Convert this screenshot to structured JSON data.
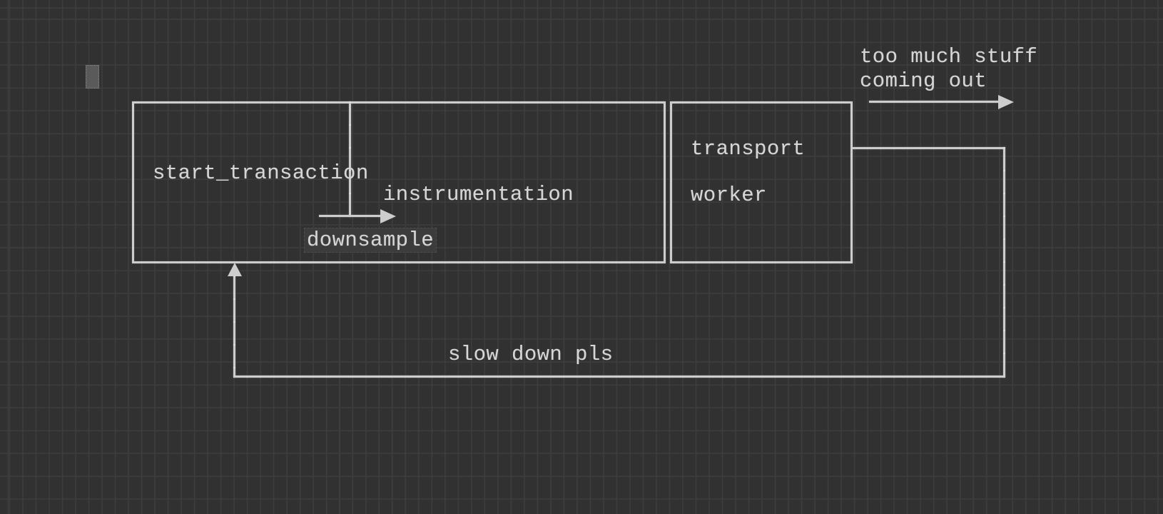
{
  "colors": {
    "canvas_bg": "#313131",
    "grid_line": "#3d3d3d",
    "stroke": "#cdcdcd",
    "text": "#d6d6d6",
    "cursor_fill": "#5a5a5a",
    "cursor_border": "#8c8c8c",
    "highlight_bg": "#3c3c3c"
  },
  "diagram": {
    "pipeline_box": {
      "label": "start_transaction"
    },
    "instrumentation": {
      "label": "instrumentation"
    },
    "downsample": {
      "label": "downsample"
    },
    "transport_box": {
      "line1": "transport",
      "line2": "worker"
    },
    "output_note": {
      "line1": "too much stuff",
      "line2": "coming out"
    },
    "feedback_note": {
      "label": "slow down pls"
    }
  },
  "icons": {
    "downsample_arrowhead": "arrow-right",
    "output_arrowhead": "arrow-right",
    "feedback_arrowhead": "arrow-up"
  }
}
